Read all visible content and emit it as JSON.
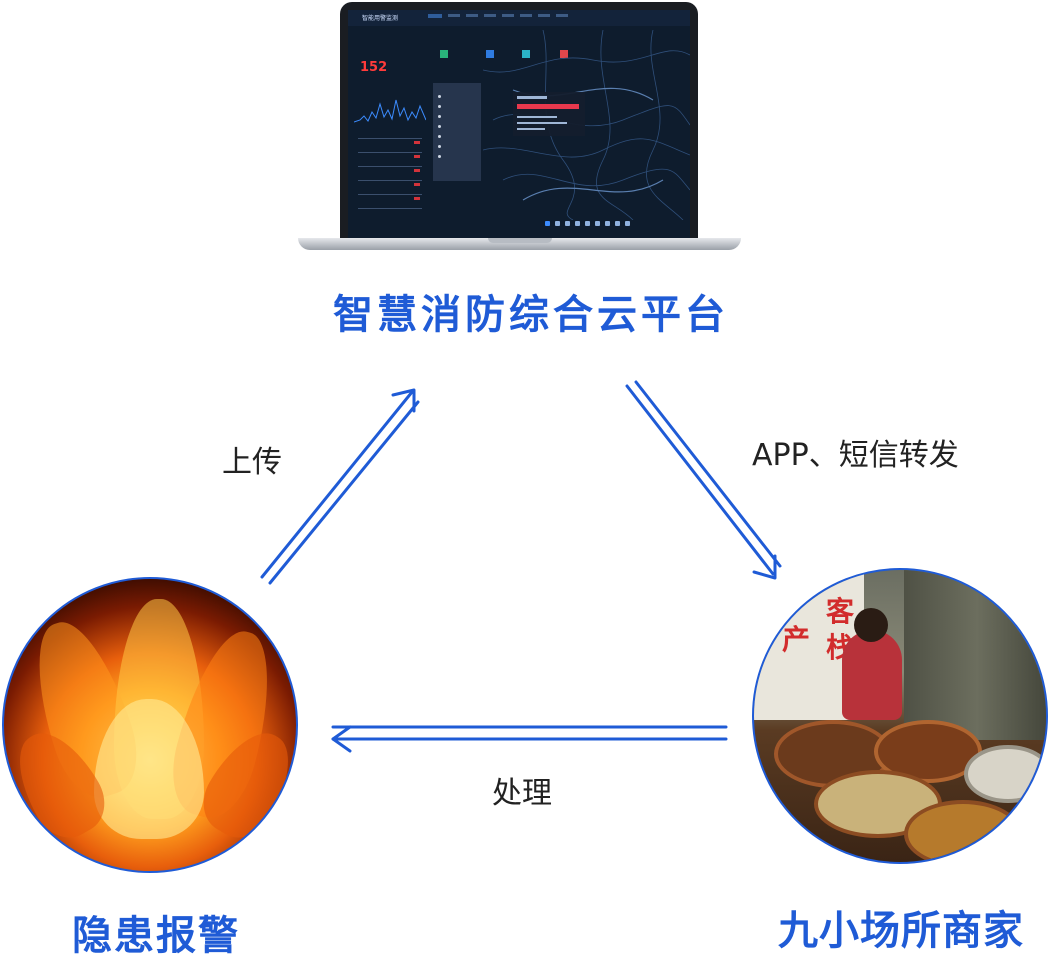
{
  "nodes": {
    "platform": {
      "title": "智慧消防综合云平台",
      "screen": {
        "brand": "智能用警监测",
        "big_stat": "152"
      }
    },
    "hazard": {
      "title": "隐患报警"
    },
    "merchant": {
      "title": "九小场所商家",
      "sign_text": [
        "客",
        "栈",
        "产"
      ]
    }
  },
  "edges": {
    "upload": "上传",
    "forward": "APP、短信转发",
    "handle": "处理"
  },
  "colors": {
    "accent": "#1f5bd6",
    "label": "#222222"
  }
}
